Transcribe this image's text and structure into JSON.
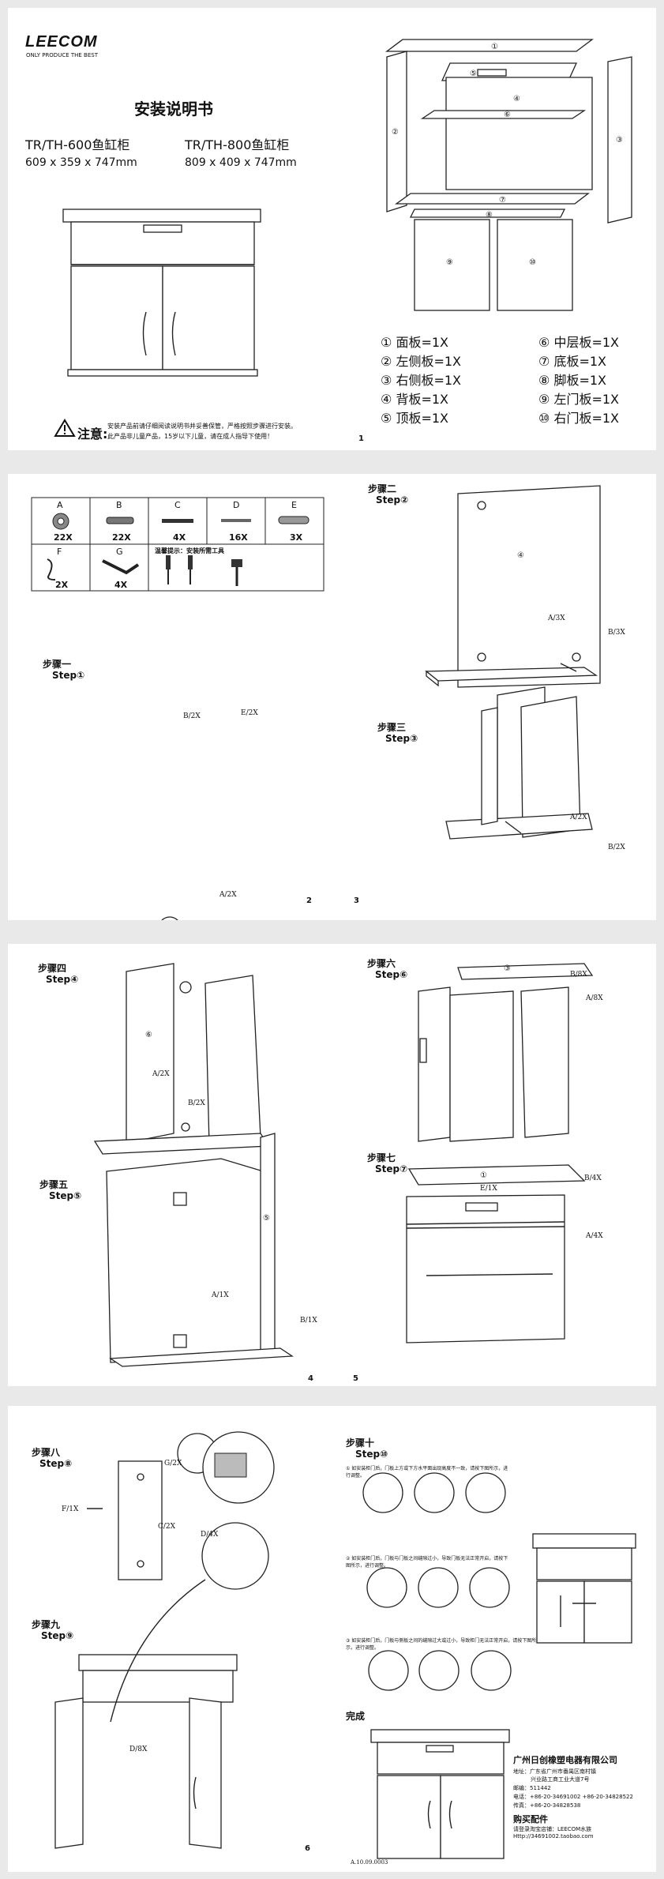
{
  "brand": {
    "logo": "LEECOM",
    "tagline": "ONLY PRODUCE THE BEST"
  },
  "page1": {
    "title": "安装说明书",
    "models": [
      {
        "name": "TR/TH-600鱼缸柜",
        "size": "609 x 359 x 747mm"
      },
      {
        "name": "TR/TH-800鱼缸柜",
        "size": "809 x 409 x 747mm"
      }
    ],
    "parts": [
      {
        "no": "①",
        "label": "面板=1X"
      },
      {
        "no": "②",
        "label": "左侧板=1X"
      },
      {
        "no": "③",
        "label": "右侧板=1X"
      },
      {
        "no": "④",
        "label": "背板=1X"
      },
      {
        "no": "⑤",
        "label": "顶板=1X"
      },
      {
        "no": "⑥",
        "label": "中层板=1X"
      },
      {
        "no": "⑦",
        "label": "底板=1X"
      },
      {
        "no": "⑧",
        "label": "脚板=1X"
      },
      {
        "no": "⑨",
        "label": "左门板=1X"
      },
      {
        "no": "⑩",
        "label": "右门板=1X"
      }
    ],
    "notice_title": "注意:",
    "notice_lines": [
      "安装产品前请仔细阅读说明书并妥善保管，严格按照步骤进行安装。",
      "此产品非儿童产品，15岁以下儿童，请在成人指导下使用！"
    ],
    "page_no": "1"
  },
  "page2": {
    "hardware": [
      {
        "letter": "A",
        "qty": "22X"
      },
      {
        "letter": "B",
        "qty": "22X"
      },
      {
        "letter": "C",
        "qty": "4X"
      },
      {
        "letter": "D",
        "qty": "16X"
      },
      {
        "letter": "E",
        "qty": "3X"
      },
      {
        "letter": "F",
        "qty": "2X"
      },
      {
        "letter": "G",
        "qty": "4X"
      }
    ],
    "tools_hint": "温馨提示：安装所需工具",
    "step1_cn": "步骤一",
    "step1_en": "Step①",
    "step1_callouts": [
      "B/2X",
      "E/2X",
      "A/2X"
    ],
    "step2_cn": "步骤二",
    "step2_en": "Step②",
    "step2_callouts": [
      "A/3X",
      "B/3X"
    ],
    "step3_cn": "步骤三",
    "step3_en": "Step③",
    "step3_callouts": [
      "A/2X",
      "B/2X"
    ],
    "page_left": "2",
    "page_right": "3"
  },
  "page3": {
    "step4_cn": "步骤四",
    "step4_en": "Step④",
    "step4_callouts": [
      "A/2X",
      "B/2X"
    ],
    "step5_cn": "步骤五",
    "step5_en": "Step⑤",
    "step5_callouts": [
      "A/1X",
      "B/1X"
    ],
    "step6_cn": "步骤六",
    "step6_en": "Step⑥",
    "step6_callouts": [
      "B/8X",
      "A/8X"
    ],
    "step7_cn": "步骤七",
    "step7_en": "Step⑦",
    "step7_callouts": [
      "E/1X",
      "B/4X",
      "A/4X"
    ],
    "page_left": "4",
    "page_right": "5"
  },
  "page4": {
    "step8_cn": "步骤八",
    "step8_en": "Step⑧",
    "step8_callouts": [
      "G/2X",
      "F/1X",
      "C/2X",
      "D/4X"
    ],
    "step9_cn": "步骤九",
    "step9_en": "Step⑨",
    "step9_callouts": [
      "D/8X"
    ],
    "step10_cn": "步骤十",
    "step10_en": "Step⑩",
    "step10_notes": [
      "① 如安装柜门后，门板上方或下方水平面出现高度不一致，请按下图所示，进行调整。",
      "② 如安装柜门后，门板与门板之间缝隙过小，导致门板无法正常开启，请按下图所示，进行调整。",
      "③ 如安装柜门后，门板与侧板之间的缝隙过大或过小，导致柜门无法正常开启，请按下图所示，进行调整。"
    ],
    "done": "完成",
    "company": "广州日创橡塑电器有限公司",
    "address_label": "地址：",
    "address_1": "广东省广州市番禺区南村镇",
    "address_2": "兴业路工商工业大道7号",
    "postcode_label": "邮编：",
    "postcode": "511442",
    "phone_label": "电话：",
    "phone": "+86-20-34691002  +86-20-34828522",
    "fax_label": "传真：",
    "fax": "+86-20-34828538",
    "shop_title": "购买配件",
    "shop_line": "请登录淘宝店铺：LEECOM水族",
    "shop_url": "Http://34691002.taobao.com",
    "doc_code": "A.10.09.0003",
    "page_no": "6"
  }
}
